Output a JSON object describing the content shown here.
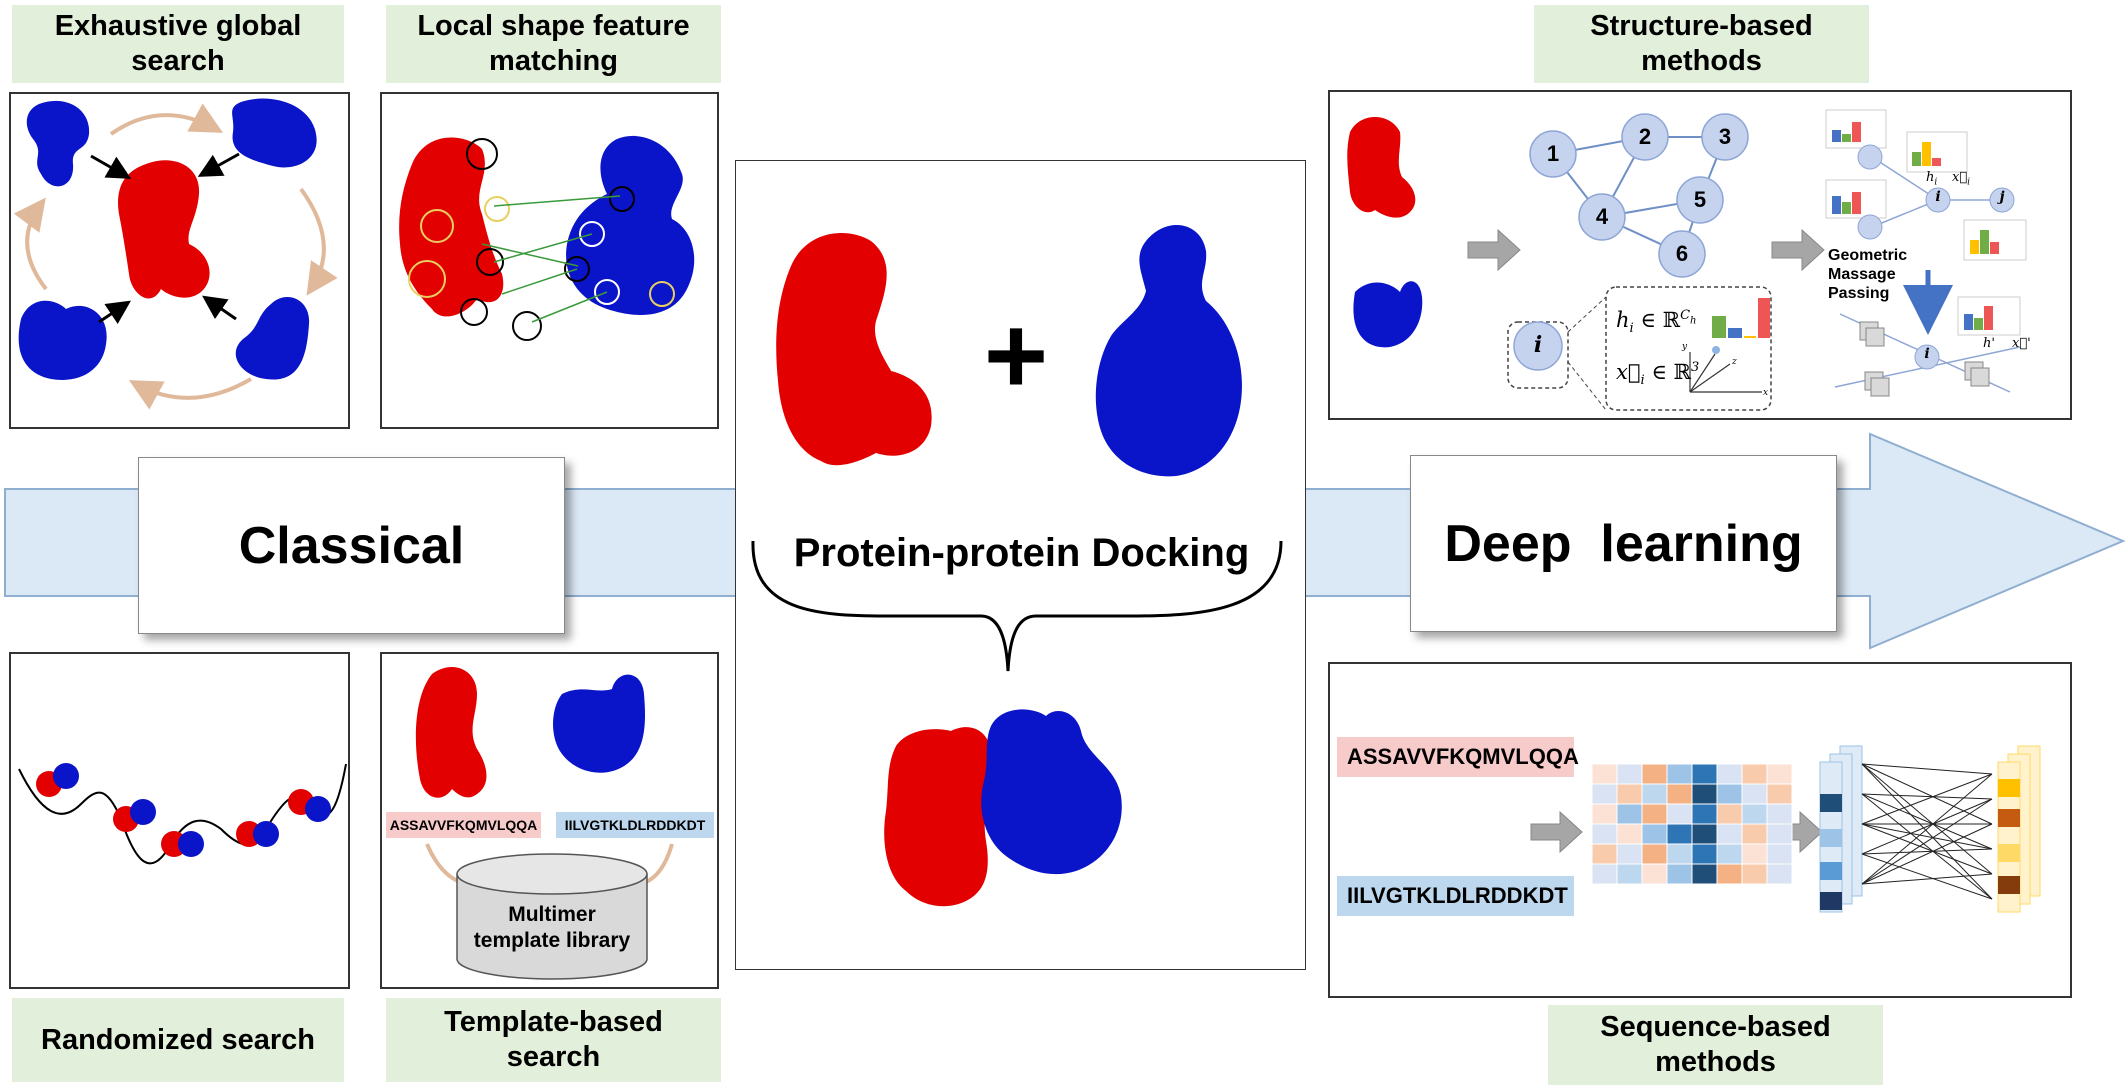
{
  "labels": {
    "exhaustive": "Exhaustive global\nsearch",
    "local_shape": "Local shape feature\nmatching",
    "randomized": "Randomized search",
    "template": "Template-based\nsearch",
    "structure": "Structure-based\nmethods",
    "sequence": "Sequence-based\nmethods"
  },
  "center": {
    "title": "Protein-protein Docking",
    "plus": "+"
  },
  "arrow": {
    "classical": "Classical",
    "deep_learning": "Deep  learning"
  },
  "template_panel": {
    "seq_a": "ASSAVVFKQMVLQQA",
    "seq_b": "IILVGTKLDLRDDKDT",
    "library": "Multimer\ntemplate library"
  },
  "structure_panel": {
    "nodes": [
      "1",
      "2",
      "3",
      "4",
      "5",
      "6"
    ],
    "node_i": "i",
    "node_j": "j",
    "message_passing": "Geometric\nMassage\nPassing",
    "feat_h": "h",
    "feat_h_sub": "i",
    "feat_h_in": "∈ ℝ",
    "feat_h_sup": "C",
    "feat_h_sup_sub": "h",
    "feat_x": "x⃗",
    "feat_x_sub": "i",
    "feat_x_in": "∈ ℝ",
    "feat_x_sup": "3",
    "axis_x": "x",
    "axis_y": "y",
    "axis_z": "z",
    "small_h": "h",
    "small_h_sub": "i",
    "small_x": "x⃗",
    "small_x_sub": "i",
    "small_h_prime": "h'",
    "small_x_prime": "x⃗'"
  },
  "sequence_panel": {
    "seq_a": "ASSAVVFKQMVLQQA",
    "seq_b": "IILVGTKLDLRDDKDT"
  },
  "colors": {
    "red_protein": "#e30000",
    "blue_protein": "#0a14c8",
    "label_bg": "#e2efda",
    "arrow_fill": "#dbe8f5",
    "seq_a_bg": "#f8cbcb",
    "seq_b_bg": "#bdd7ee"
  }
}
